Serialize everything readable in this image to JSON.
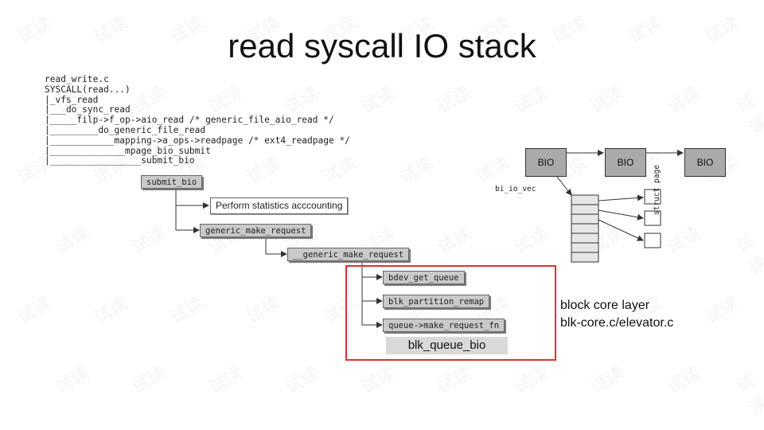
{
  "title": "read syscall IO stack",
  "call_trace": [
    "read_write.c",
    "SYSCALL(read...)",
    "|_vfs_read",
    "|___do_sync_read",
    "|_____filp->f_op->aio_read /* generic_file_aio_read */",
    "|_________do_generic_file_read",
    "|____________mapping->a_ops->readpage /* ext4_readpage */",
    "|______________mpage_bio_submit",
    "|_________________submit_bio"
  ],
  "call_tree": {
    "submit_bio": "submit_bio",
    "stats": "Perform statistics acccounting",
    "generic_make_request": "generic_make_request",
    "__generic_make_request": "__generic_make_request",
    "bdev_get_queue": "bdev_get_queue",
    "blk_partition_remap": "blk_partition_remap",
    "make_request_fn": "queue->make_request_fn",
    "blk_queue_bio": "blk_queue_bio"
  },
  "block_core_note": {
    "line1": "block core layer",
    "line2": "blk-core.c/elevator.c"
  },
  "bio_diagram": {
    "bios": [
      "BIO",
      "BIO",
      "BIO"
    ],
    "bi_io_vec_label": "bi_io_vec",
    "struct_page_label": "struct page"
  },
  "colors": {
    "highlight": "#e03030",
    "box_fill": "#c9c9c9",
    "bio_fill": "#aaaaaa"
  }
}
